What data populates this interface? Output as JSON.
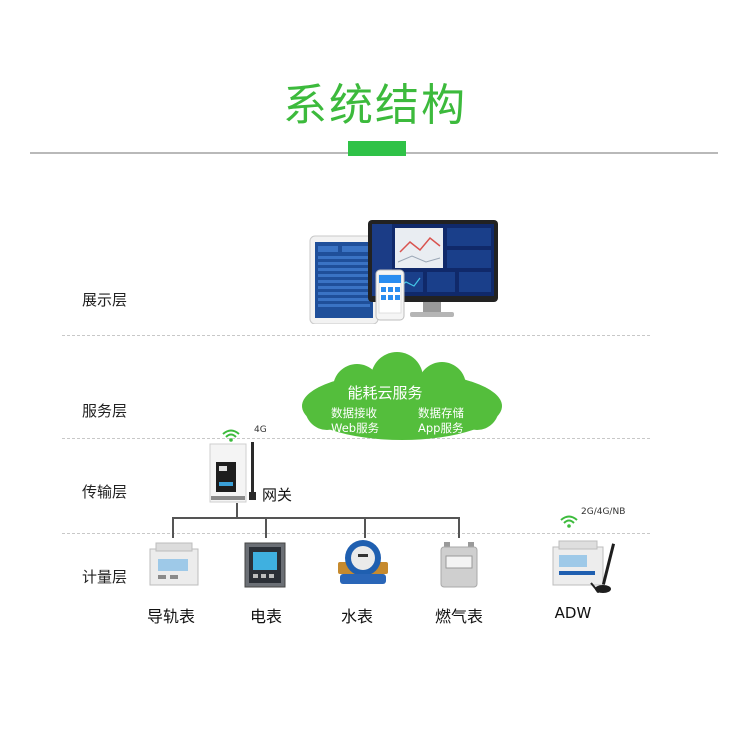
{
  "title": "系统结构",
  "layers": [
    "展示层",
    "服务层",
    "传输层",
    "计量层"
  ],
  "cloud": {
    "title": "能耗云服务",
    "items": [
      "数据接收",
      "数据存储",
      "Web服务",
      "App服务"
    ]
  },
  "gateway": {
    "label": "网关",
    "signal": "4G"
  },
  "devices": [
    "导轨表",
    "电表",
    "水表",
    "燃气表"
  ],
  "adw": {
    "label": "ADW",
    "signal": "2G/4G/NB"
  },
  "colors": {
    "accent": "#2fc247",
    "cloud": "#54be3c",
    "title": "#3cba3c"
  }
}
